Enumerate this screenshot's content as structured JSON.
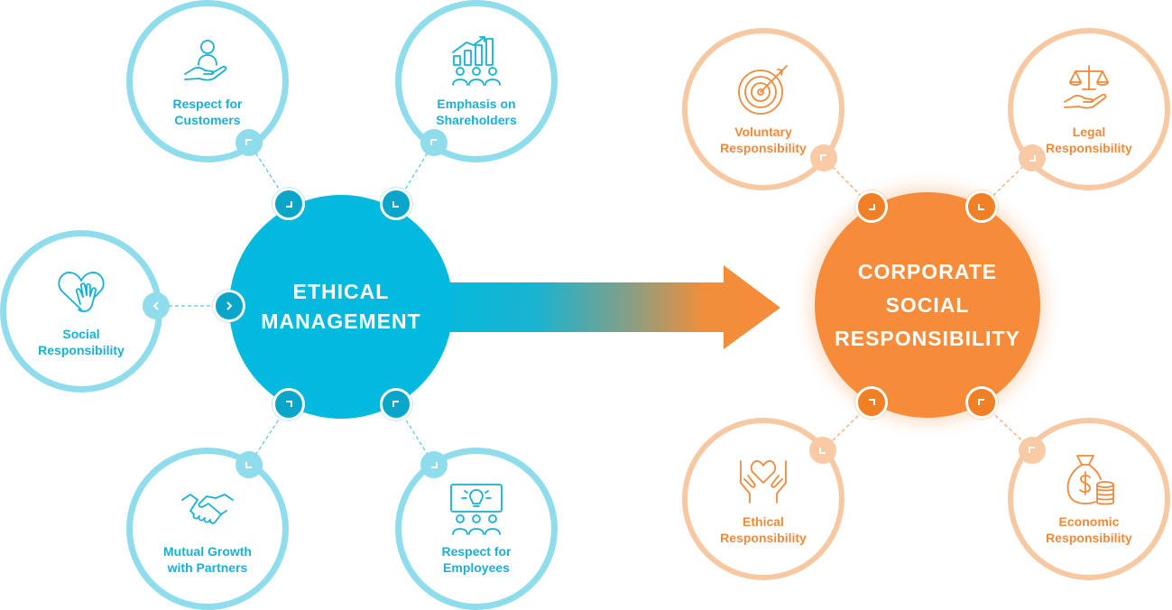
{
  "ethical_hub": {
    "line1": "ETHICAL",
    "line2": "MANAGEMENT"
  },
  "csr_hub": {
    "line1": "CORPORATE",
    "line2": "SOCIAL",
    "line3": "RESPONSIBILITY"
  },
  "ethical_items": [
    {
      "line1": "Respect for",
      "line2": "Customers",
      "icon": "hand-person-icon"
    },
    {
      "line1": "Emphasis on",
      "line2": "Shareholders",
      "icon": "growth-chart-people-icon"
    },
    {
      "line1": "Social",
      "line2": "Responsibility",
      "icon": "heart-hand-icon"
    },
    {
      "line1": "Mutual Growth",
      "line2": "with Partners",
      "icon": "handshake-icon"
    },
    {
      "line1": "Respect for",
      "line2": "Employees",
      "icon": "idea-team-icon"
    }
  ],
  "csr_items": [
    {
      "line1": "Voluntary",
      "line2": "Responsibility",
      "icon": "target-icon"
    },
    {
      "line1": "Legal",
      "line2": "Responsibility",
      "icon": "scales-hand-icon"
    },
    {
      "line1": "Ethical",
      "line2": "Responsibility",
      "icon": "heart-hands-icon"
    },
    {
      "line1": "Economic",
      "line2": "Responsibility",
      "icon": "money-bag-icon"
    }
  ],
  "colors": {
    "ethical_primary": "#03bade",
    "ethical_light": "#8edcec",
    "ethical_text": "#17b1d3",
    "csr_primary": "#f68c39",
    "csr_light": "#f7c9a3",
    "csr_text": "#ef8a3c"
  }
}
